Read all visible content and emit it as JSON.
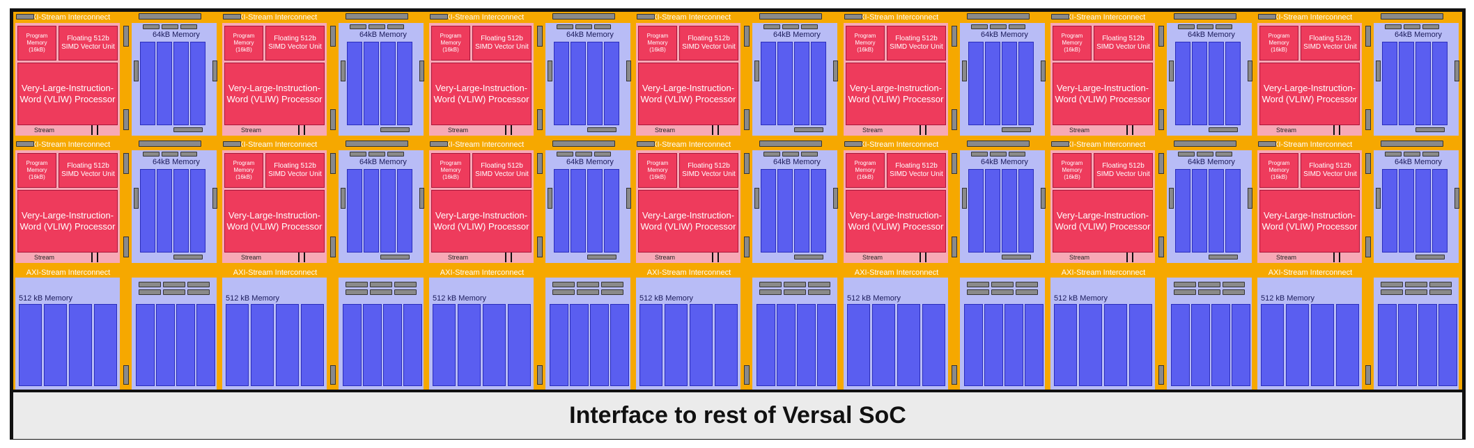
{
  "diagram": {
    "interconnect_label": "AXI-Stream Interconnect",
    "program_memory_label": "Program Memory (16kB)",
    "vector_unit_label": "Floating 512b SIMD Vector Unit",
    "vliw_label": "Very-Large-Instruction-Word (VLIW) Processor",
    "stream_label": "Stream",
    "tile_memory_label": "64kB Memory",
    "shared_memory_label": "512 kB Memory",
    "footer_label": "Interface to rest of Versal SoC",
    "columns": 7,
    "compute_rows": 2,
    "colors": {
      "interconnect": "#f6a800",
      "compute_tile": "#f7a9b6",
      "processor": "#ee3b5c",
      "memory_tile": "#b8bcf6",
      "memory_bank": "#5a5ef0",
      "footer": "#ebebeb"
    }
  }
}
